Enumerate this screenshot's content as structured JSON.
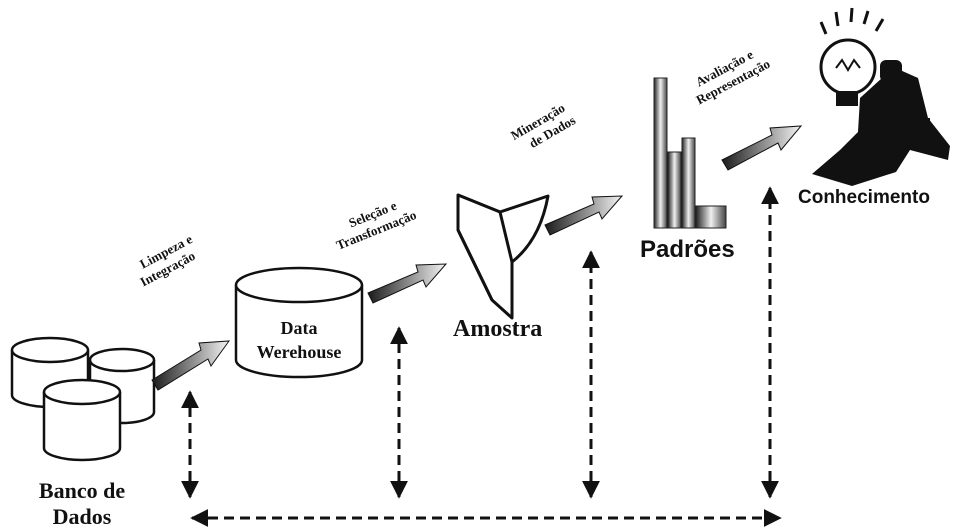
{
  "stages": {
    "banco": {
      "line1": "Banco de",
      "line2": "Dados"
    },
    "warehouse": {
      "line1": "Data",
      "line2": "Werehouse"
    },
    "amostra": "Amostra",
    "padroes": "Padrões",
    "conhecimento": "Conhecimento"
  },
  "steps": {
    "limpeza": {
      "line1": "Limpeza e",
      "line2": "Integração"
    },
    "selecao": {
      "line1": "Seleção e",
      "line2": "Transformação"
    },
    "mineracao": {
      "line1": "Mineração",
      "line2": "de Dados"
    },
    "avaliacao": {
      "line1": "Avaliação e",
      "line2": "Representação"
    }
  },
  "colors": {
    "ink": "#111111",
    "arrow_light": "#f2f2f2",
    "arrow_dark": "#222222"
  },
  "icons": [
    "database-icon",
    "cylinder-icon",
    "sample-shape-icon",
    "bar-chart-icon",
    "lightbulb-person-icon"
  ]
}
